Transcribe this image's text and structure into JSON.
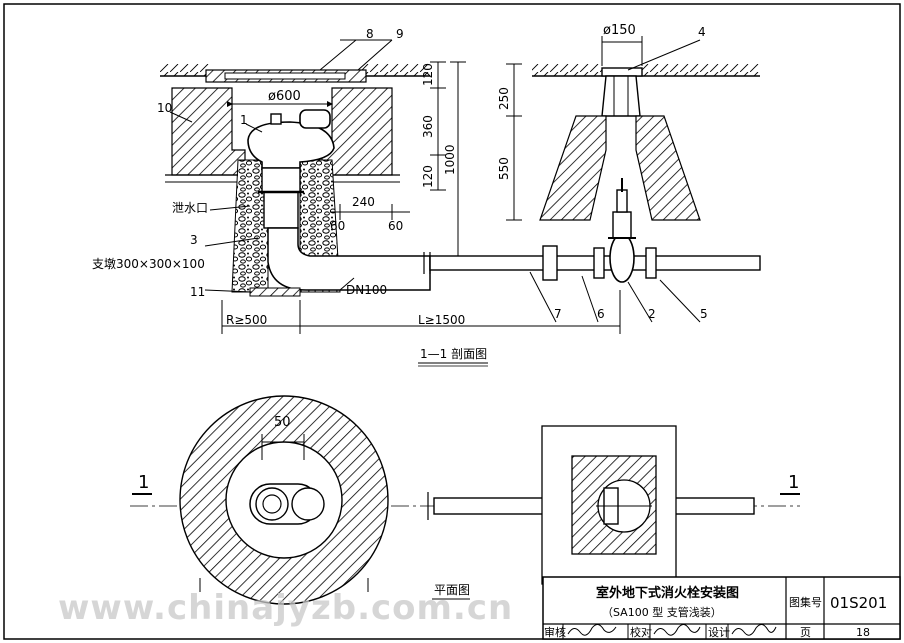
{
  "section": {
    "callouts": {
      "c1": "1",
      "c2": "2",
      "c3": "3",
      "c4": "4",
      "c5": "5",
      "c6": "6",
      "c7": "7",
      "c8": "8",
      "c9": "9",
      "c10": "10",
      "c11": "11"
    },
    "dims": {
      "d600": "ø600",
      "d150": "ø150",
      "d120a": "120",
      "d360": "360",
      "d120b": "120",
      "d1000": "1000",
      "d250": "250",
      "d550": "550",
      "d240": "240",
      "d60a": "60",
      "d60b": "60",
      "r500": "R≥500",
      "l1500": "L≥1500"
    },
    "labels": {
      "drain": "泄水口",
      "support": "支墩300×300×100",
      "dn100": "DN100"
    },
    "title": "1—1 剖面图"
  },
  "plan": {
    "d50": "50",
    "mark_left": "1",
    "mark_right": "1",
    "title": "平面图"
  },
  "titleblock": {
    "title1": "室外地下式消火栓安装图",
    "title2": "（SA100 型 支管浅装）",
    "atlas_label": "图集号",
    "atlas_no": "01S201",
    "review": "审核",
    "check": "校对",
    "design": "设计",
    "page_label": "页",
    "page_no": "18"
  },
  "watermark": "www.chinajyzb.com.cn"
}
